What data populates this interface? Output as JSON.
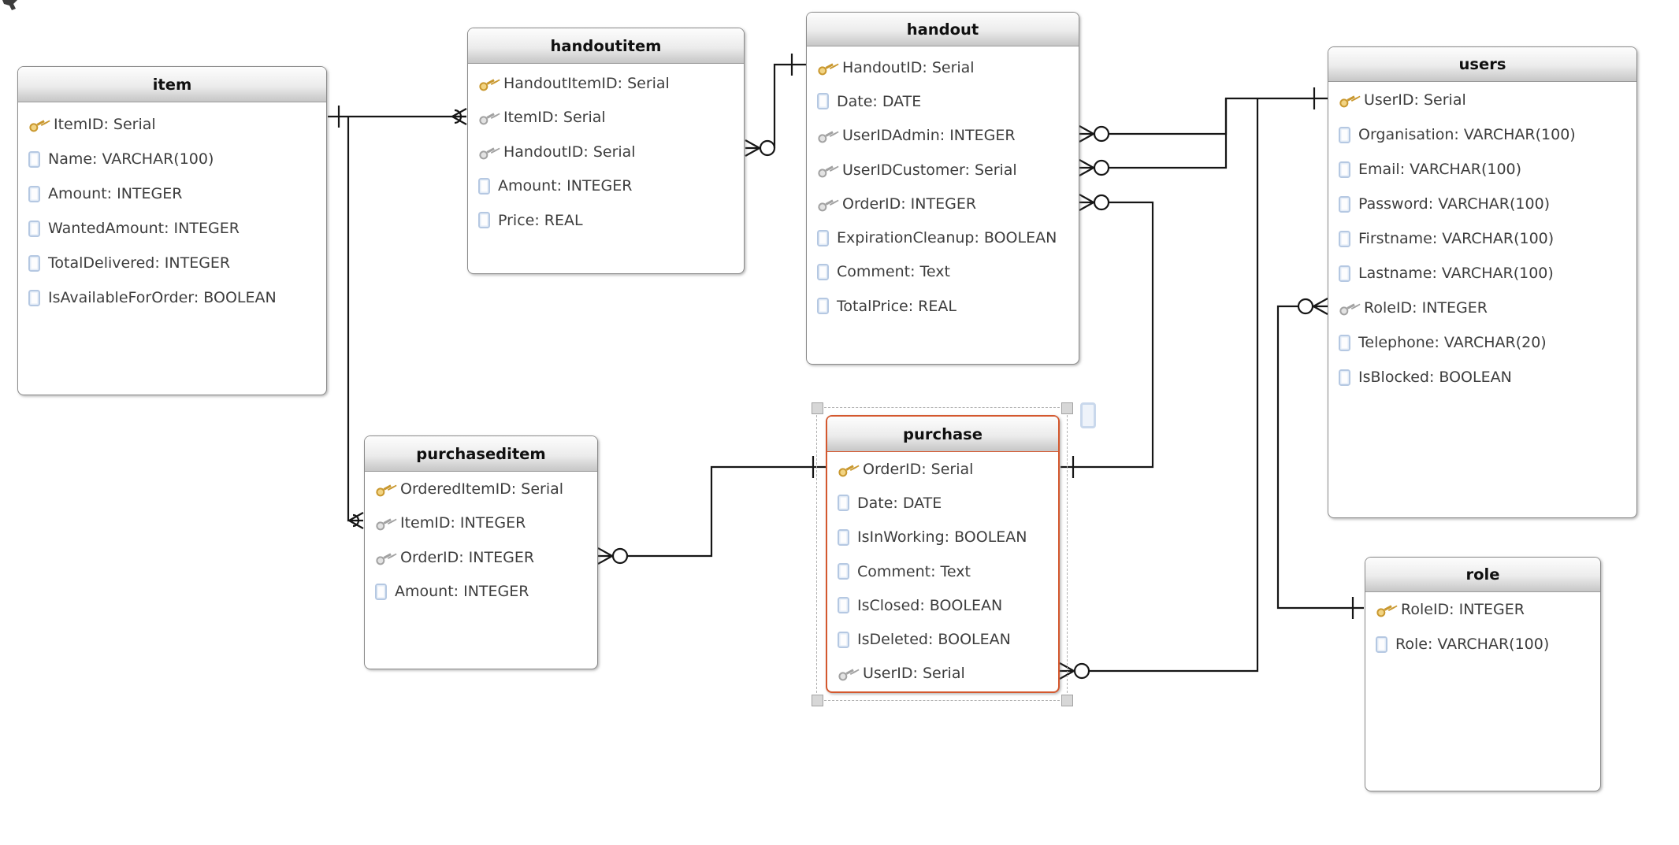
{
  "diagram": {
    "tables": [
      {
        "name": "item",
        "selected": false,
        "fields": [
          {
            "icon": "key",
            "label": "ItemID: Serial"
          },
          {
            "icon": "column",
            "label": "Name: VARCHAR(100)"
          },
          {
            "icon": "column",
            "label": "Amount: INTEGER"
          },
          {
            "icon": "column",
            "label": "WantedAmount: INTEGER"
          },
          {
            "icon": "column",
            "label": "TotalDelivered: INTEGER"
          },
          {
            "icon": "column",
            "label": "IsAvailableForOrder: BOOLEAN"
          }
        ]
      },
      {
        "name": "handoutitem",
        "selected": false,
        "fields": [
          {
            "icon": "key",
            "label": "HandoutItemID: Serial"
          },
          {
            "icon": "key-fk",
            "label": "ItemID: Serial"
          },
          {
            "icon": "key-fk",
            "label": "HandoutID: Serial"
          },
          {
            "icon": "column",
            "label": "Amount: INTEGER"
          },
          {
            "icon": "column",
            "label": "Price: REAL"
          }
        ]
      },
      {
        "name": "handout",
        "selected": false,
        "fields": [
          {
            "icon": "key",
            "label": "HandoutID: Serial"
          },
          {
            "icon": "column",
            "label": "Date: DATE"
          },
          {
            "icon": "key-fk",
            "label": "UserIDAdmin: INTEGER"
          },
          {
            "icon": "key-fk",
            "label": "UserIDCustomer: Serial"
          },
          {
            "icon": "key-fk",
            "label": "OrderID: INTEGER"
          },
          {
            "icon": "column",
            "label": "ExpirationCleanup: BOOLEAN"
          },
          {
            "icon": "column",
            "label": "Comment: Text"
          },
          {
            "icon": "column",
            "label": "TotalPrice: REAL"
          }
        ]
      },
      {
        "name": "users",
        "selected": false,
        "fields": [
          {
            "icon": "key",
            "label": "UserID: Serial"
          },
          {
            "icon": "column",
            "label": "Organisation: VARCHAR(100)"
          },
          {
            "icon": "column",
            "label": "Email: VARCHAR(100)"
          },
          {
            "icon": "column",
            "label": "Password: VARCHAR(100)"
          },
          {
            "icon": "column",
            "label": "Firstname: VARCHAR(100)"
          },
          {
            "icon": "column",
            "label": "Lastname: VARCHAR(100)"
          },
          {
            "icon": "key-fk",
            "label": "RoleID: INTEGER"
          },
          {
            "icon": "column",
            "label": "Telephone: VARCHAR(20)"
          },
          {
            "icon": "column",
            "label": "IsBlocked: BOOLEAN"
          }
        ]
      },
      {
        "name": "purchaseditem",
        "selected": false,
        "fields": [
          {
            "icon": "key",
            "label": "OrderedItemID: Serial"
          },
          {
            "icon": "key-fk",
            "label": "ItemID: INTEGER"
          },
          {
            "icon": "key-fk",
            "label": "OrderID: INTEGER"
          },
          {
            "icon": "column",
            "label": "Amount: INTEGER"
          }
        ]
      },
      {
        "name": "purchase",
        "selected": true,
        "fields": [
          {
            "icon": "key",
            "label": "OrderID: Serial"
          },
          {
            "icon": "column",
            "label": "Date: DATE"
          },
          {
            "icon": "column",
            "label": "IsInWorking: BOOLEAN"
          },
          {
            "icon": "column",
            "label": "Comment: Text"
          },
          {
            "icon": "column",
            "label": "IsClosed: BOOLEAN"
          },
          {
            "icon": "column",
            "label": "IsDeleted: BOOLEAN"
          },
          {
            "icon": "key-fk",
            "label": "UserID: Serial"
          }
        ]
      },
      {
        "name": "role",
        "selected": false,
        "fields": [
          {
            "icon": "key",
            "label": "RoleID: INTEGER"
          },
          {
            "icon": "column",
            "label": "Role: VARCHAR(100)"
          }
        ]
      }
    ],
    "relationships": [
      {
        "from": "handoutitem.ItemID",
        "to": "item.ItemID",
        "from_cardinality": "many",
        "to_cardinality": "one"
      },
      {
        "from": "purchaseditem.ItemID",
        "to": "item.ItemID",
        "from_cardinality": "many",
        "to_cardinality": "one"
      },
      {
        "from": "handoutitem.HandoutID",
        "to": "handout.HandoutID",
        "from_cardinality": "zero-or-many",
        "to_cardinality": "one"
      },
      {
        "from": "handout.UserIDAdmin",
        "to": "users.UserID",
        "from_cardinality": "zero-or-many",
        "to_cardinality": "one"
      },
      {
        "from": "handout.UserIDCustomer",
        "to": "users.UserID",
        "from_cardinality": "zero-or-many",
        "to_cardinality": "one"
      },
      {
        "from": "handout.OrderID",
        "to": "purchase.OrderID",
        "from_cardinality": "zero-or-many",
        "to_cardinality": "one"
      },
      {
        "from": "purchase.UserID",
        "to": "users.UserID",
        "from_cardinality": "zero-or-many",
        "to_cardinality": "one"
      },
      {
        "from": "purchaseditem.OrderID",
        "to": "purchase.OrderID",
        "from_cardinality": "zero-or-many",
        "to_cardinality": "one"
      },
      {
        "from": "users.RoleID",
        "to": "role.RoleID",
        "from_cardinality": "zero-or-many",
        "to_cardinality": "one"
      }
    ],
    "selected_table": "purchase"
  },
  "colors": {
    "selection_accent": "#d4582e",
    "line": "#161616",
    "primary_key_gold": "#c9982f",
    "foreign_key_gray": "#a2a2a2",
    "column_blue": "#b5c8e2"
  }
}
